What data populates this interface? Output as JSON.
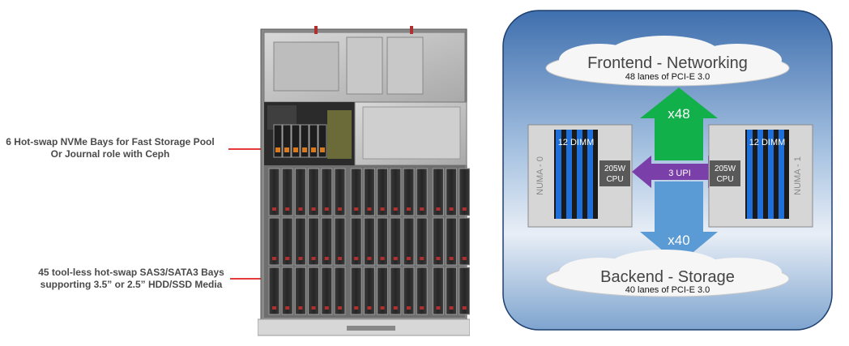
{
  "callouts": {
    "nvme_line1": "6 Hot-swap NVMe Bays for Fast Storage Pool",
    "nvme_line2": "Or Journal role with Ceph",
    "sas_line1": "45 tool-less hot-swap SAS3/SATA3 Bays",
    "sas_line2": "supporting 3.5” or 2.5” HDD/SSD Media"
  },
  "diagram": {
    "frontend": {
      "title": "Frontend - Networking",
      "subtitle": "48 lanes of PCI-E 3.0"
    },
    "backend": {
      "title": "Backend - Storage",
      "subtitle": "40 lanes of PCI-E 3.0"
    },
    "arrow_up_label": "x48",
    "arrow_down_label": "x40",
    "upi_label": "3 UPI",
    "numa0": {
      "label": "NUMA - 0",
      "dimm": "12 DIMM",
      "cpu_line1": "205W",
      "cpu_line2": "CPU"
    },
    "numa1": {
      "label": "NUMA - 1",
      "dimm": "12 DIMM",
      "cpu_line1": "205W",
      "cpu_line2": "CPU"
    }
  },
  "colors": {
    "callout_line": "#e23b3b",
    "arrow_green": "#12b04a",
    "arrow_blue": "#5b9bd5",
    "upi_purple": "#7a3fa8",
    "dimm_blue": "#1e6fd9"
  }
}
